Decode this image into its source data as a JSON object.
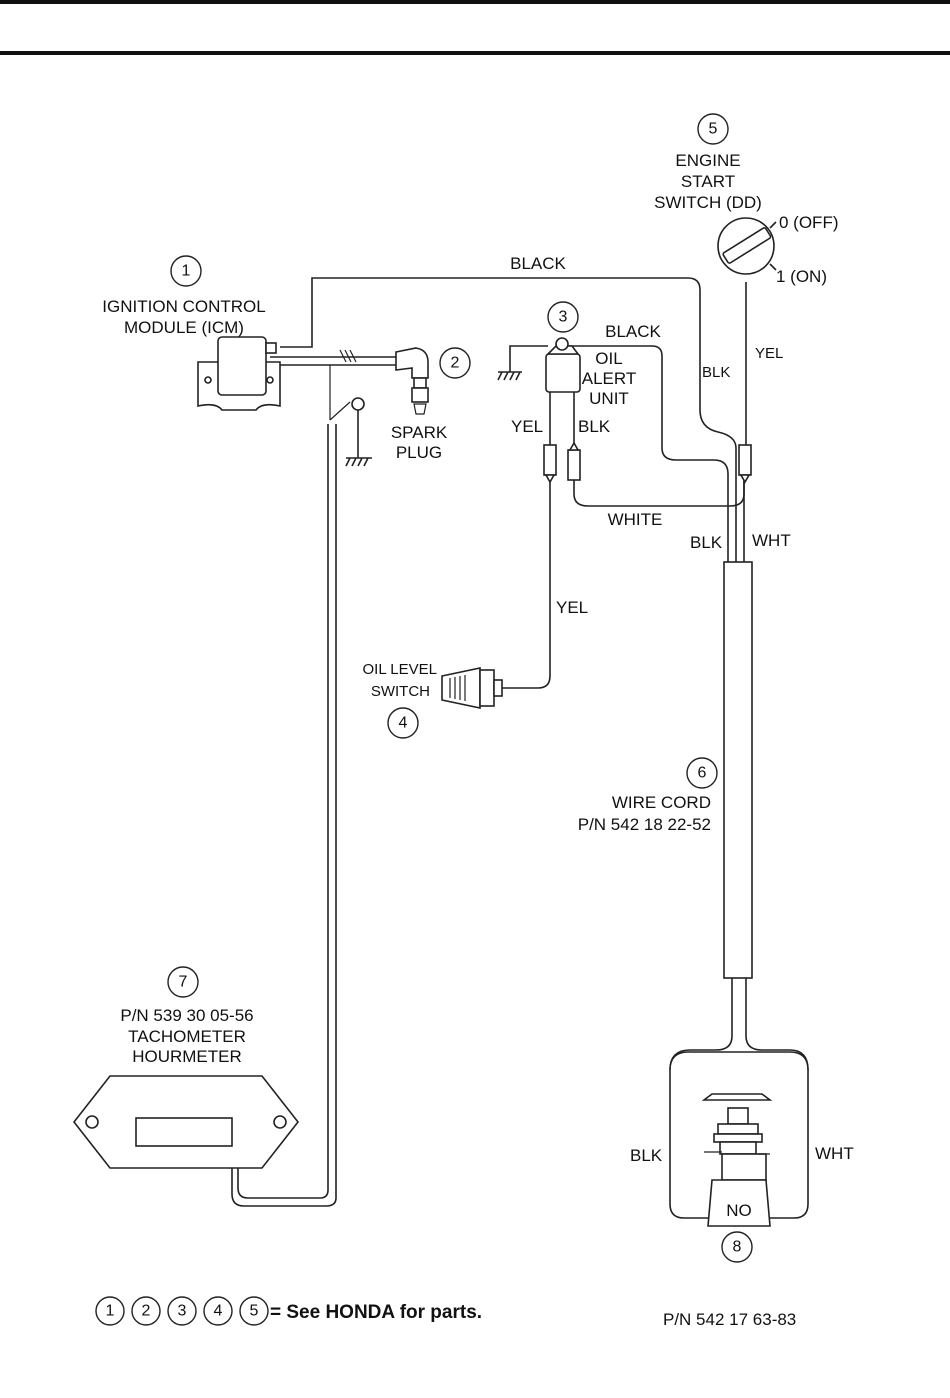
{
  "components": [
    {
      "number": "1",
      "label_lines": [
        "IGNITION CONTROL",
        "MODULE (ICM)"
      ]
    },
    {
      "number": "2",
      "label_lines": [
        "SPARK",
        "PLUG"
      ]
    },
    {
      "number": "3",
      "label_lines": [
        "OIL",
        "ALERT",
        "UNIT"
      ]
    },
    {
      "number": "4",
      "label_lines": [
        "OIL LEVEL",
        "SWITCH"
      ]
    },
    {
      "number": "5",
      "label_lines": [
        "ENGINE",
        "START",
        "SWITCH (DD)"
      ]
    },
    {
      "number": "6",
      "label_lines": [
        "WIRE CORD",
        "P/N 542 18 22-52"
      ]
    },
    {
      "number": "7",
      "label_lines": [
        "P/N 539 30 05-56",
        "TACHOMETER",
        "HOURMETER"
      ]
    },
    {
      "number": "8",
      "label_lines": []
    }
  ],
  "switch_positions": {
    "off": "0 (OFF)",
    "on": "1 (ON)"
  },
  "wire_labels": {
    "black_top": "BLACK",
    "black_oil": "BLACK",
    "blk_switch": "BLK",
    "yel_switch": "YEL",
    "yel_oil": "YEL",
    "blk_oil": "BLK",
    "white": "WHITE",
    "blk_cord": "BLK",
    "wht_cord": "WHT",
    "yel_level": "YEL",
    "blk_bottom": "BLK",
    "wht_bottom": "WHT"
  },
  "button_label": "NO",
  "footer": {
    "note_numbers": [
      "1",
      "2",
      "3",
      "4",
      "5"
    ],
    "note_text": "= See HONDA for parts.",
    "part_number": "P/N 542 17 63-83"
  }
}
